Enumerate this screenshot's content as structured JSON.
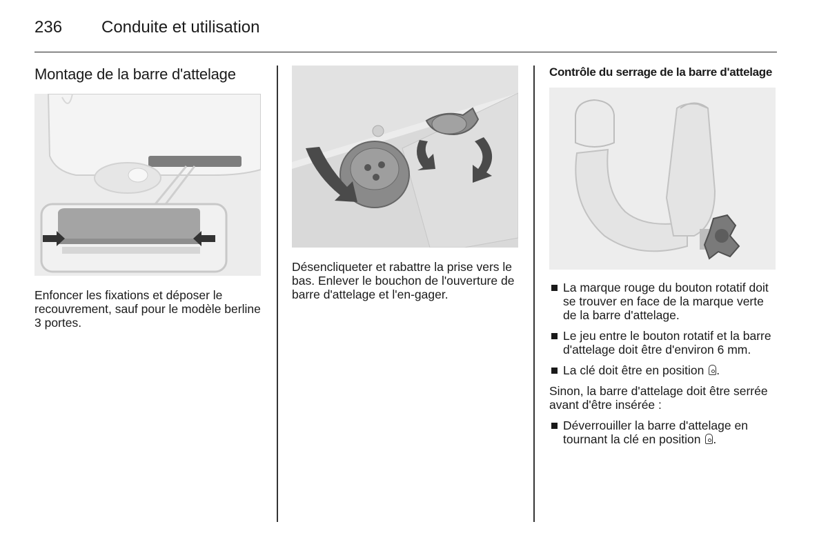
{
  "header": {
    "page_number": "236",
    "chapter_title": "Conduite et utilisation"
  },
  "col1": {
    "heading": "Montage de la barre d'attelage",
    "text": "Enfoncer les fixations et déposer le recouvrement, sauf pour le modèle berline 3 portes."
  },
  "col2": {
    "text": "Désencliqueter et rabattre la prise vers le bas. Enlever le bouchon de l'ouverture de barre d'attelage et l'en-gager."
  },
  "col3": {
    "heading": "Contrôle du serrage de la barre d'attelage",
    "bullets_a": [
      "La marque rouge du bouton rotatif doit se trouver en face de la marque verte de la barre d'attelage.",
      "Le jeu entre le bouton rotatif et la barre d'attelage doit être d'environ 6 mm.",
      "La clé doit être en position"
    ],
    "paragraph": "Sinon, la barre d'attelage doit être serrée avant d'être insérée :",
    "bullets_b": [
      "Déverrouiller la barre d'attelage en tournant la clé en position"
    ],
    "icons": [
      "lock-closed-icon",
      "lock-open-icon"
    ]
  }
}
